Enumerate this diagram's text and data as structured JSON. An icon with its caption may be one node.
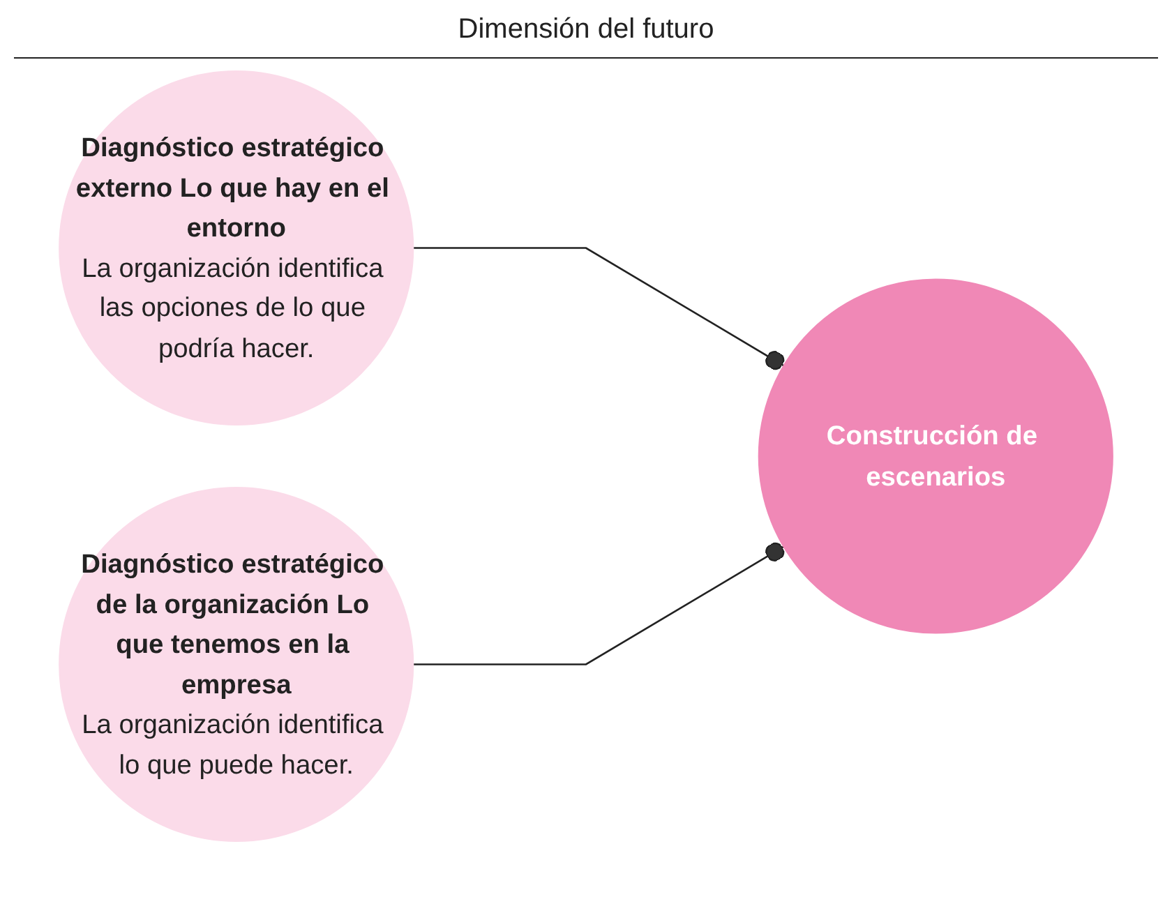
{
  "diagram": {
    "title": "Dimensión del futuro",
    "nodes": [
      {
        "text": [
          "Diagnóstico estratégico externo Lo que hay en el entorno",
          "La organización identifica las opciones de lo que podría hacer."
        ]
      },
      {
        "text": [
          "Diagnóstico estratégico de la organización Lo que tenemos en la empresa",
          "La organización identifica lo que puede hacer."
        ]
      },
      {
        "text": [
          "Construcción de escenarios"
        ]
      }
    ],
    "edges": [
      {
        "from": 0,
        "to": 2,
        "arrow": "other"
      },
      {
        "from": 1,
        "to": 2,
        "arrow": "other"
      }
    ]
  }
}
